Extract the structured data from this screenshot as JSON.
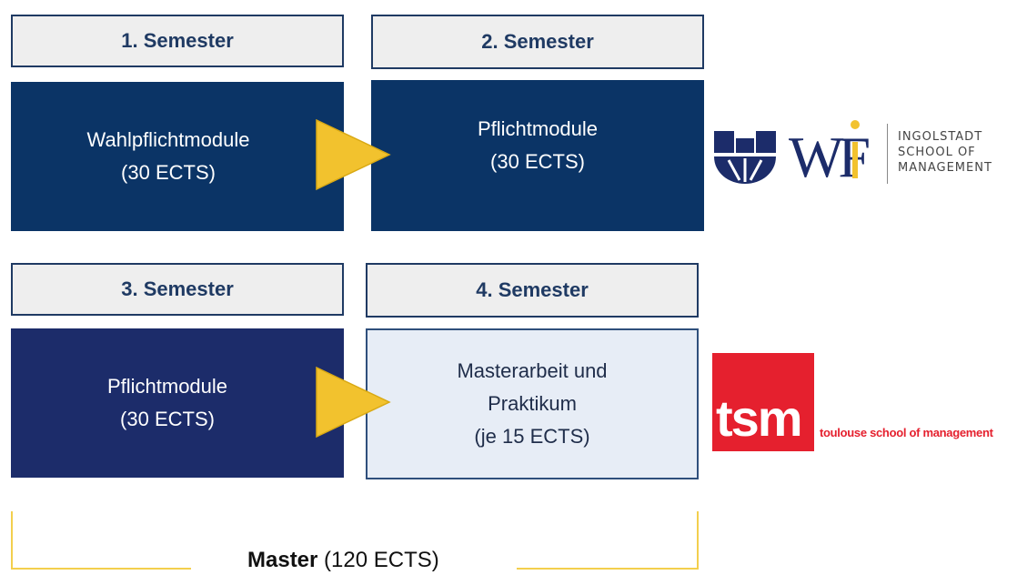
{
  "semesters": [
    {
      "header": "1. Semester",
      "lines": [
        "Wahlpflichtmodule",
        "(30 ECTS)"
      ]
    },
    {
      "header": "2. Semester",
      "lines": [
        "Pflichtmodule",
        "(30 ECTS)"
      ]
    },
    {
      "header": "3. Semester",
      "lines": [
        "Pflichtmodule",
        "(30 ECTS)"
      ]
    },
    {
      "header": "4. Semester",
      "lines": [
        "Masterarbeit und",
        "Praktikum",
        "(je 15 ECTS)"
      ]
    }
  ],
  "footer": {
    "bold": "Master",
    "rest": " (120 ECTS)"
  },
  "logos": {
    "wf": {
      "brand_text": "WF",
      "lines": [
        "INGOLSTADT",
        "SCHOOL OF",
        "MANAGEMENT"
      ]
    },
    "tsm": {
      "brand_text": "tsm",
      "tagline": "toulouse school of management"
    }
  },
  "colors": {
    "navy": "#0b3466",
    "navy_alt": "#1c2c6a",
    "arrow_yellow": "#f2c22e",
    "tsm_red": "#e5202e"
  }
}
